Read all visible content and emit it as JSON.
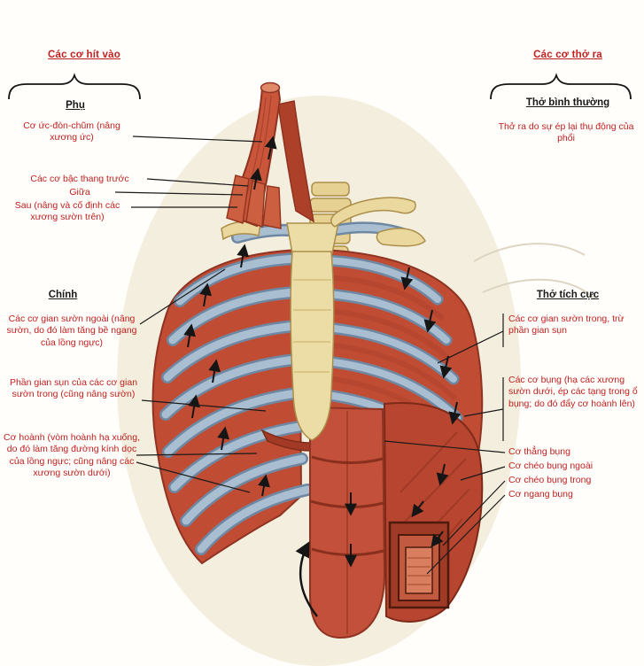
{
  "left": {
    "header": "Các cơ hít vào",
    "sub_accessory": "Phụ",
    "sub_principal": "Chính",
    "labels": {
      "scm": "Cơ ức-đòn-chũm (nâng xương ức)",
      "scalene_ant": "Các cơ bậc thang trước",
      "scalene_mid": "Giữa",
      "scalene_post": "Sau (nâng và cố định các xương sườn trên)",
      "external_intercostals": "Các cơ gian sườn ngoài (nâng sườn, do đó làm tăng bề ngang của lồng ngực)",
      "interchondral": "Phần gian sụn của các cơ gian sườn trong (cũng nâng sườn)",
      "diaphragm": "Cơ hoành (vòm hoành hạ xuống, do đó làm tăng đường kính dọc của lồng ngực; cũng nâng các xương sườn dưới)"
    }
  },
  "right": {
    "header": "Các cơ thở ra",
    "sub_quiet": "Thở bình thường",
    "sub_active": "Thở tích cực",
    "labels": {
      "passive": "Thở ra do sự ép lại thụ động của phổi",
      "internal_intercostals": "Các cơ gian sườn trong, trừ phần gian sụn",
      "abdominals": "Các cơ bụng (hạ các xương sườn dưới, ép các tạng trong ổ bụng; do đó đẩy cơ hoành lên)",
      "rectus": "Cơ thẳng bụng",
      "external_oblique": "Cơ chéo bụng ngoài",
      "internal_oblique": "Cơ chéo bụng trong",
      "transversus": "Cơ ngang bụng"
    }
  },
  "colors": {
    "label-red": "#c01f1f",
    "muscle-red": "#c04c33",
    "cartilage-blue": "#9db2c6",
    "bone-yellow": "#ecdca6"
  }
}
